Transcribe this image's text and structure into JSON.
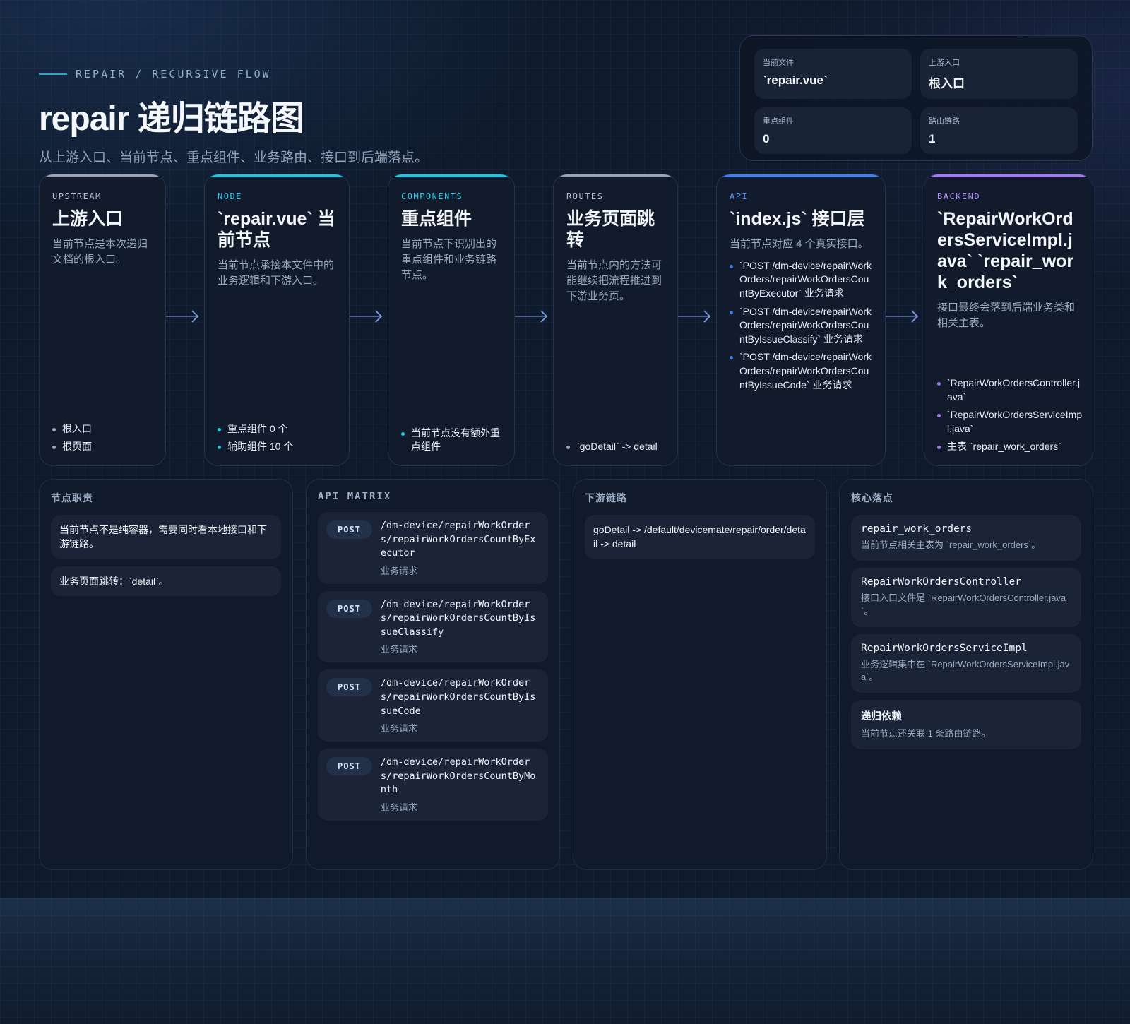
{
  "header": {
    "eyebrow": "REPAIR / RECURSIVE FLOW",
    "title": "repair 递归链路图",
    "subtitle": "从上游入口、当前节点、重点组件、业务路由、接口到后端落点。"
  },
  "stats": [
    {
      "label": "当前文件",
      "value": "`repair.vue`"
    },
    {
      "label": "上游入口",
      "value": "根入口"
    },
    {
      "label": "重点组件",
      "value": "0"
    },
    {
      "label": "路由链路",
      "value": "1"
    }
  ],
  "flow": {
    "upstream": {
      "tag": "UPSTREAM",
      "title": "上游入口",
      "desc": "当前节点是本次递归文档的根入口。",
      "bullets": [
        "根入口",
        "根页面"
      ]
    },
    "node": {
      "tag": "NODE",
      "title": "`repair.vue` 当前节点",
      "desc": "当前节点承接本文件中的业务逻辑和下游入口。",
      "bullets": [
        "重点组件 0 个",
        "辅助组件 10 个"
      ]
    },
    "components": {
      "tag": "COMPONENTS",
      "title": "重点组件",
      "desc": "当前节点下识别出的重点组件和业务链路节点。",
      "bullets": [
        "当前节点没有额外重点组件"
      ]
    },
    "routes": {
      "tag": "ROUTES",
      "title": "业务页面跳转",
      "desc": "当前节点内的方法可能继续把流程推进到下游业务页。",
      "bullets": [
        "`goDetail` -> detail"
      ]
    },
    "api": {
      "tag": "API",
      "title": "`index.js` 接口层",
      "desc": "当前节点对应 4 个真实接口。",
      "bullets": [
        "`POST /dm-device/repairWorkOrders/repairWorkOrdersCountByExecutor` 业务请求",
        "`POST /dm-device/repairWorkOrders/repairWorkOrdersCountByIssueClassify` 业务请求",
        "`POST /dm-device/repairWorkOrders/repairWorkOrdersCountByIssueCode` 业务请求"
      ]
    },
    "backend": {
      "tag": "BACKEND",
      "title": "`RepairWorkOrdersServiceImpl.java` `repair_work_orders`",
      "desc": "接口最终会落到后端业务类和相关主表。",
      "bullets": [
        "`RepairWorkOrdersController.java`",
        "`RepairWorkOrdersServiceImpl.java`",
        "主表 `repair_work_orders`"
      ]
    }
  },
  "panels": {
    "duty": {
      "title": "节点职责",
      "notes": [
        "当前节点不是纯容器，需要同时看本地接口和下游链路。",
        "业务页面跳转：`detail`。"
      ]
    },
    "api_matrix": {
      "title": "API MATRIX",
      "items": [
        {
          "method": "POST",
          "path": "/dm-device/repairWorkOrders/repairWorkOrdersCountByExecutor",
          "caption": "业务请求"
        },
        {
          "method": "POST",
          "path": "/dm-device/repairWorkOrders/repairWorkOrdersCountByIssueClassify",
          "caption": "业务请求"
        },
        {
          "method": "POST",
          "path": "/dm-device/repairWorkOrders/repairWorkOrdersCountByIssueCode",
          "caption": "业务请求"
        },
        {
          "method": "POST",
          "path": "/dm-device/repairWorkOrders/repairWorkOrdersCountByMonth",
          "caption": "业务请求"
        }
      ]
    },
    "downstream": {
      "title": "下游链路",
      "notes": [
        "goDetail -> /default/devicemate/repair/order/detail -> detail"
      ]
    },
    "core": {
      "title": "核心落点",
      "items": [
        {
          "name": "repair_work_orders",
          "desc": "当前节点相关主表为 `repair_work_orders`。"
        },
        {
          "name": "RepairWorkOrdersController",
          "desc": "接口入口文件是 `RepairWorkOrdersController.java`。"
        },
        {
          "name": "RepairWorkOrdersServiceImpl",
          "desc": "业务逻辑集中在 `RepairWorkOrdersServiceImpl.java`。"
        },
        {
          "name": "递归依赖",
          "desc": "当前节点还关联 1 条路由链路。"
        }
      ]
    }
  },
  "colors": {
    "upstream": "#9aa6b8",
    "node": "#22c4e0",
    "components": "#22c4e0",
    "routes": "#9aa6b8",
    "api": "#3f7ff0",
    "backend": "#a37af0"
  }
}
